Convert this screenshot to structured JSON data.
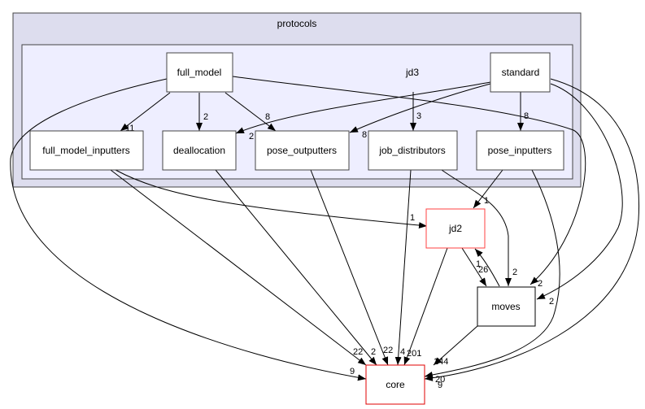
{
  "diagram": {
    "type": "directory-dependency-graph",
    "clusters": {
      "outer": {
        "label": "protocols",
        "fill": "#ddddee"
      },
      "inner": {
        "label": "jd3",
        "fill": "#eeeeff"
      }
    },
    "nodes": {
      "full_model": {
        "label": "full_model"
      },
      "standard": {
        "label": "standard"
      },
      "full_model_inputters": {
        "label": "full_model_inputters"
      },
      "deallocation": {
        "label": "deallocation"
      },
      "pose_outputters": {
        "label": "pose_outputters"
      },
      "job_distributors": {
        "label": "job_distributors"
      },
      "pose_inputters": {
        "label": "pose_inputters"
      },
      "jd2": {
        "label": "jd2",
        "border": "#ff0000"
      },
      "moves": {
        "label": "moves"
      },
      "core": {
        "label": "core",
        "border": "#ff0000"
      }
    },
    "edges": {
      "full_model_to_full_model_inputters": {
        "from": "full_model",
        "to": "full_model_inputters",
        "label": "11"
      },
      "full_model_to_deallocation": {
        "from": "full_model",
        "to": "deallocation",
        "label": "2"
      },
      "full_model_to_pose_outputters": {
        "from": "full_model",
        "to": "pose_outputters",
        "label": "8"
      },
      "full_model_to_moves": {
        "from": "full_model",
        "to": "moves",
        "label": "2"
      },
      "full_model_to_core": {
        "from": "full_model",
        "to": "core",
        "label": "9"
      },
      "standard_to_deallocation": {
        "from": "standard",
        "to": "deallocation",
        "label": "2"
      },
      "standard_to_pose_outputters": {
        "from": "standard",
        "to": "pose_outputters",
        "label": "8"
      },
      "standard_to_pose_inputters": {
        "from": "standard",
        "to": "pose_inputters",
        "label": "8"
      },
      "standard_to_moves": {
        "from": "standard",
        "to": "moves",
        "label": "2"
      },
      "standard_to_core": {
        "from": "standard",
        "to": "core",
        "label": "9"
      },
      "jd3_to_job_distributors": {
        "from": "jd3",
        "to": "job_distributors",
        "label": "3"
      },
      "full_model_inputters_to_jd2": {
        "from": "full_model_inputters",
        "to": "jd2",
        "label": "1"
      },
      "full_model_inputters_to_core": {
        "from": "full_model_inputters",
        "to": "core",
        "label": "22"
      },
      "deallocation_to_core": {
        "from": "deallocation",
        "to": "core",
        "label": "2"
      },
      "pose_outputters_to_core": {
        "from": "pose_outputters",
        "to": "core",
        "label": "22"
      },
      "job_distributors_to_core": {
        "from": "job_distributors",
        "to": "core",
        "label": "4"
      },
      "job_distributors_to_moves": {
        "from": "job_distributors",
        "to": "moves",
        "label": "2"
      },
      "pose_inputters_to_jd2": {
        "from": "pose_inputters",
        "to": "jd2",
        "label": "1"
      },
      "pose_inputters_to_core": {
        "from": "pose_inputters",
        "to": "core",
        "label": "20"
      },
      "jd2_to_core": {
        "from": "jd2",
        "to": "core",
        "label": "201"
      },
      "jd2_to_moves": {
        "from": "jd2",
        "to": "moves",
        "label": "26"
      },
      "moves_to_jd2": {
        "from": "moves",
        "to": "jd2",
        "label": "1"
      },
      "moves_to_core": {
        "from": "moves",
        "to": "core",
        "label": "144"
      }
    }
  }
}
